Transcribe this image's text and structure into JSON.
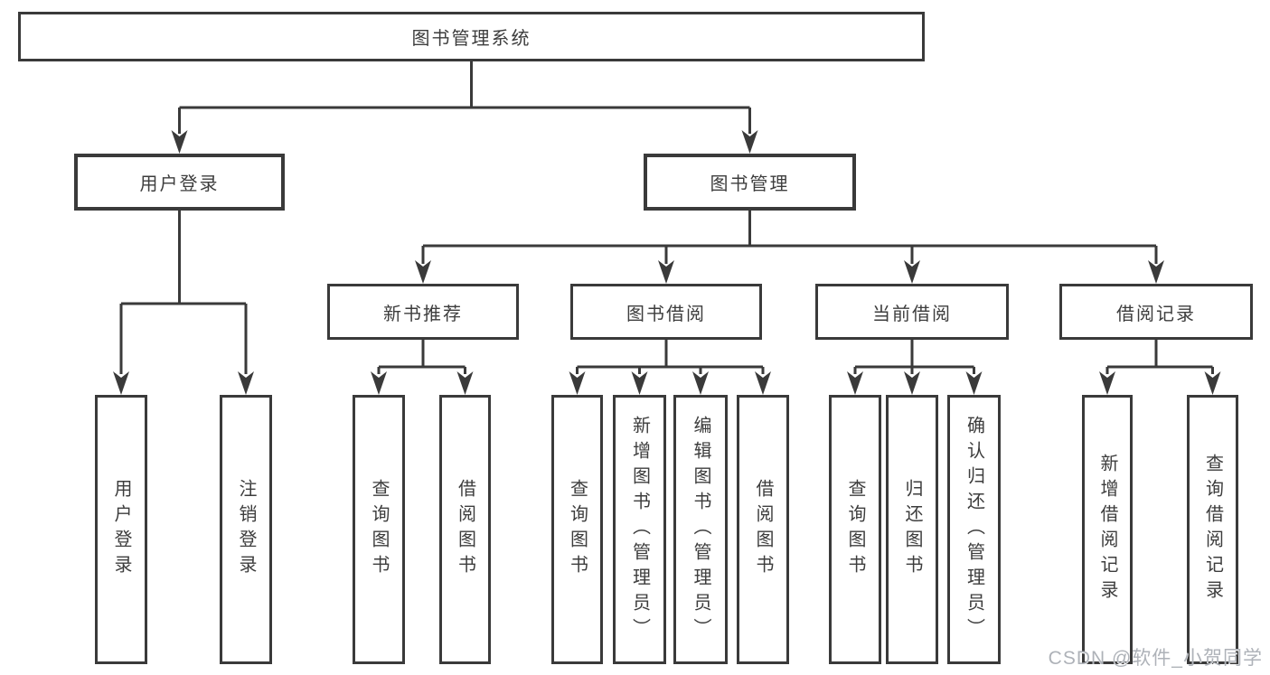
{
  "tree": {
    "root": {
      "label": "图书管理系统"
    },
    "branches": [
      {
        "label": "用户登录",
        "children": [
          {
            "label": "用户登录"
          },
          {
            "label": "注销登录"
          }
        ]
      },
      {
        "label": "图书管理",
        "children": [
          {
            "label": "新书推荐",
            "children": [
              {
                "label": "查询图书"
              },
              {
                "label": "借阅图书"
              }
            ]
          },
          {
            "label": "图书借阅",
            "children": [
              {
                "label": "查询图书"
              },
              {
                "label": "新增图书（管理员）"
              },
              {
                "label": "编辑图书（管理员）"
              },
              {
                "label": "借阅图书"
              }
            ]
          },
          {
            "label": "当前借阅",
            "children": [
              {
                "label": "查询图书"
              },
              {
                "label": "归还图书"
              },
              {
                "label": "确认归还（管理员）"
              }
            ]
          },
          {
            "label": "借阅记录",
            "children": [
              {
                "label": "新增借阅记录"
              },
              {
                "label": "查询借阅记录"
              }
            ]
          }
        ]
      }
    ]
  },
  "watermark": {
    "text": "CSDN @软件_小贺同学"
  },
  "colors": {
    "line": "#3a3a3a",
    "text": "#3d3d3d",
    "background": "#ffffff",
    "watermark": "#aeb2b8"
  }
}
